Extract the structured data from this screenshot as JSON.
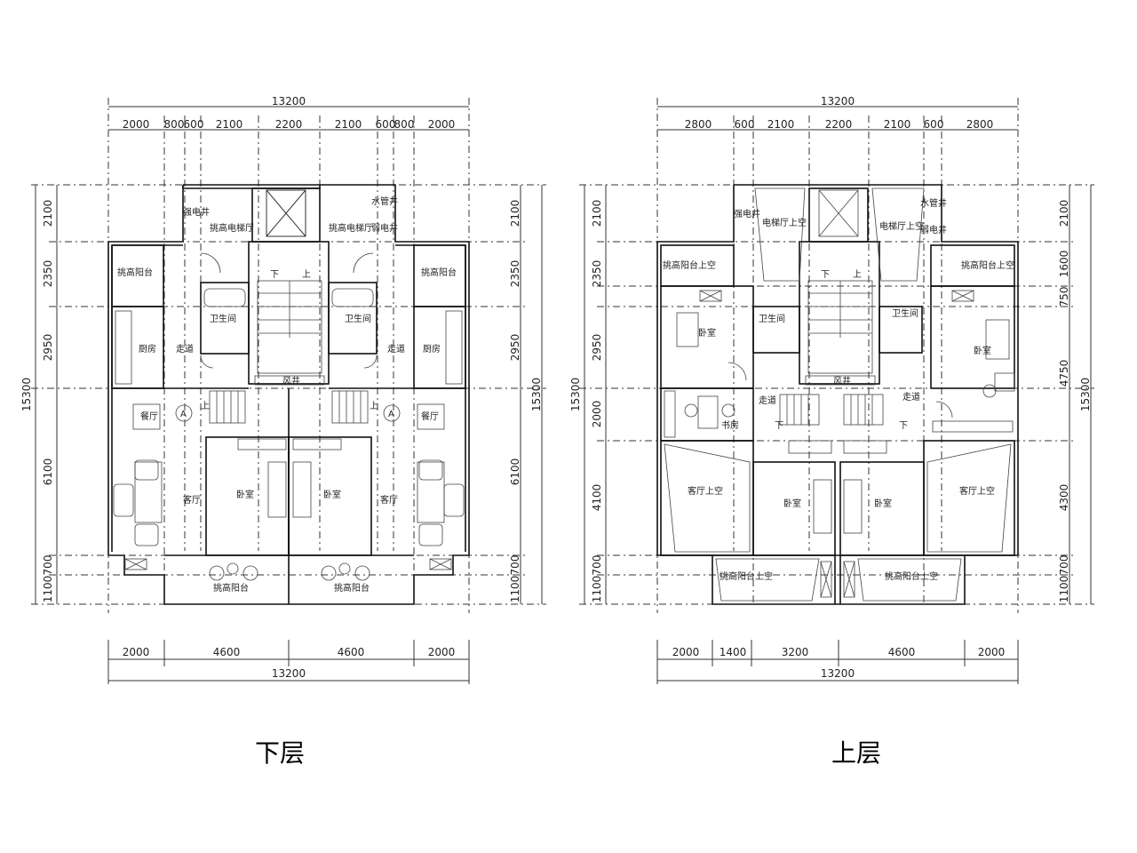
{
  "captions": {
    "lower": "下层",
    "upper": "上层"
  },
  "lower": {
    "dims": {
      "total_top": "13200",
      "top": [
        "2000",
        "800",
        "600",
        "2100",
        "2200",
        "2100",
        "600",
        "800",
        "2000"
      ],
      "left": [
        "2100",
        "2350",
        "2950",
        "15300",
        "6100",
        "700",
        "1100"
      ],
      "right": [
        "2100",
        "2350",
        "2950",
        "15300",
        "6100",
        "700",
        "1100"
      ],
      "bottom": [
        "2000",
        "4600",
        "4600",
        "2000"
      ],
      "total_bottom": "13200"
    },
    "rooms": {
      "elec_shaft": "强电井",
      "lift_hall_l": "挑高电梯厅",
      "lift_hall_r": "挑高电梯厅",
      "water_shaft": "水管井",
      "weak_shaft": "弱电井",
      "balcony_l": "挑高阳台",
      "balcony_r": "挑高阳台",
      "bath_l": "卫生间",
      "bath_r": "卫生间",
      "kitchen_l": "厨房",
      "kitchen_r": "厨房",
      "corridor_l": "走道",
      "corridor_r": "走道",
      "dining_l": "餐厅",
      "dining_r": "餐厅",
      "marker_l": "A",
      "marker_r": "A",
      "up_l": "上",
      "up_r": "上",
      "stair_down": "下",
      "stair_up": "上",
      "air_shaft": "风井",
      "bed_l": "卧室",
      "bed_r": "卧室",
      "living_l": "客厅",
      "living_r": "客厅",
      "terrace_l": "挑高阳台",
      "terrace_r": "挑高阳台"
    }
  },
  "upper": {
    "dims": {
      "total_top": "13200",
      "top": [
        "2800",
        "600",
        "2100",
        "2200",
        "2100",
        "600",
        "2800"
      ],
      "left": [
        "2100",
        "2350",
        "2950",
        "15300",
        "2000",
        "4100",
        "700",
        "1100"
      ],
      "right": [
        "2100",
        "1600",
        "750",
        "4750",
        "15300",
        "4300",
        "700",
        "1100"
      ],
      "bottom": [
        "2000",
        "1400",
        "3200",
        "4600",
        "2000"
      ],
      "total_bottom": "13200"
    },
    "rooms": {
      "elec_shaft": "强电井",
      "lift_void_l": "电梯厅上空",
      "lift_void_r": "电梯厅上空",
      "water_shaft": "水管井",
      "weak_shaft": "弱电井",
      "balcony_void_l": "挑高阳台上空",
      "balcony_void_r": "挑高阳台上空",
      "bed_tl": "卧室",
      "bed_tr": "卧室",
      "bath_l": "卫生间",
      "bath_r": "卫生间",
      "stair_down": "下",
      "stair_up": "上",
      "air_shaft": "风井",
      "corridor_l": "走道",
      "corridor_r": "走道",
      "down_l": "下",
      "down_r": "下",
      "study": "书房",
      "living_void_l": "客厅上空",
      "living_void_r": "客厅上空",
      "bed_bl": "卧室",
      "bed_br": "卧室",
      "terrace_void_l": "挑高阳台上空",
      "terrace_void_r": "挑高阳台上空"
    }
  }
}
